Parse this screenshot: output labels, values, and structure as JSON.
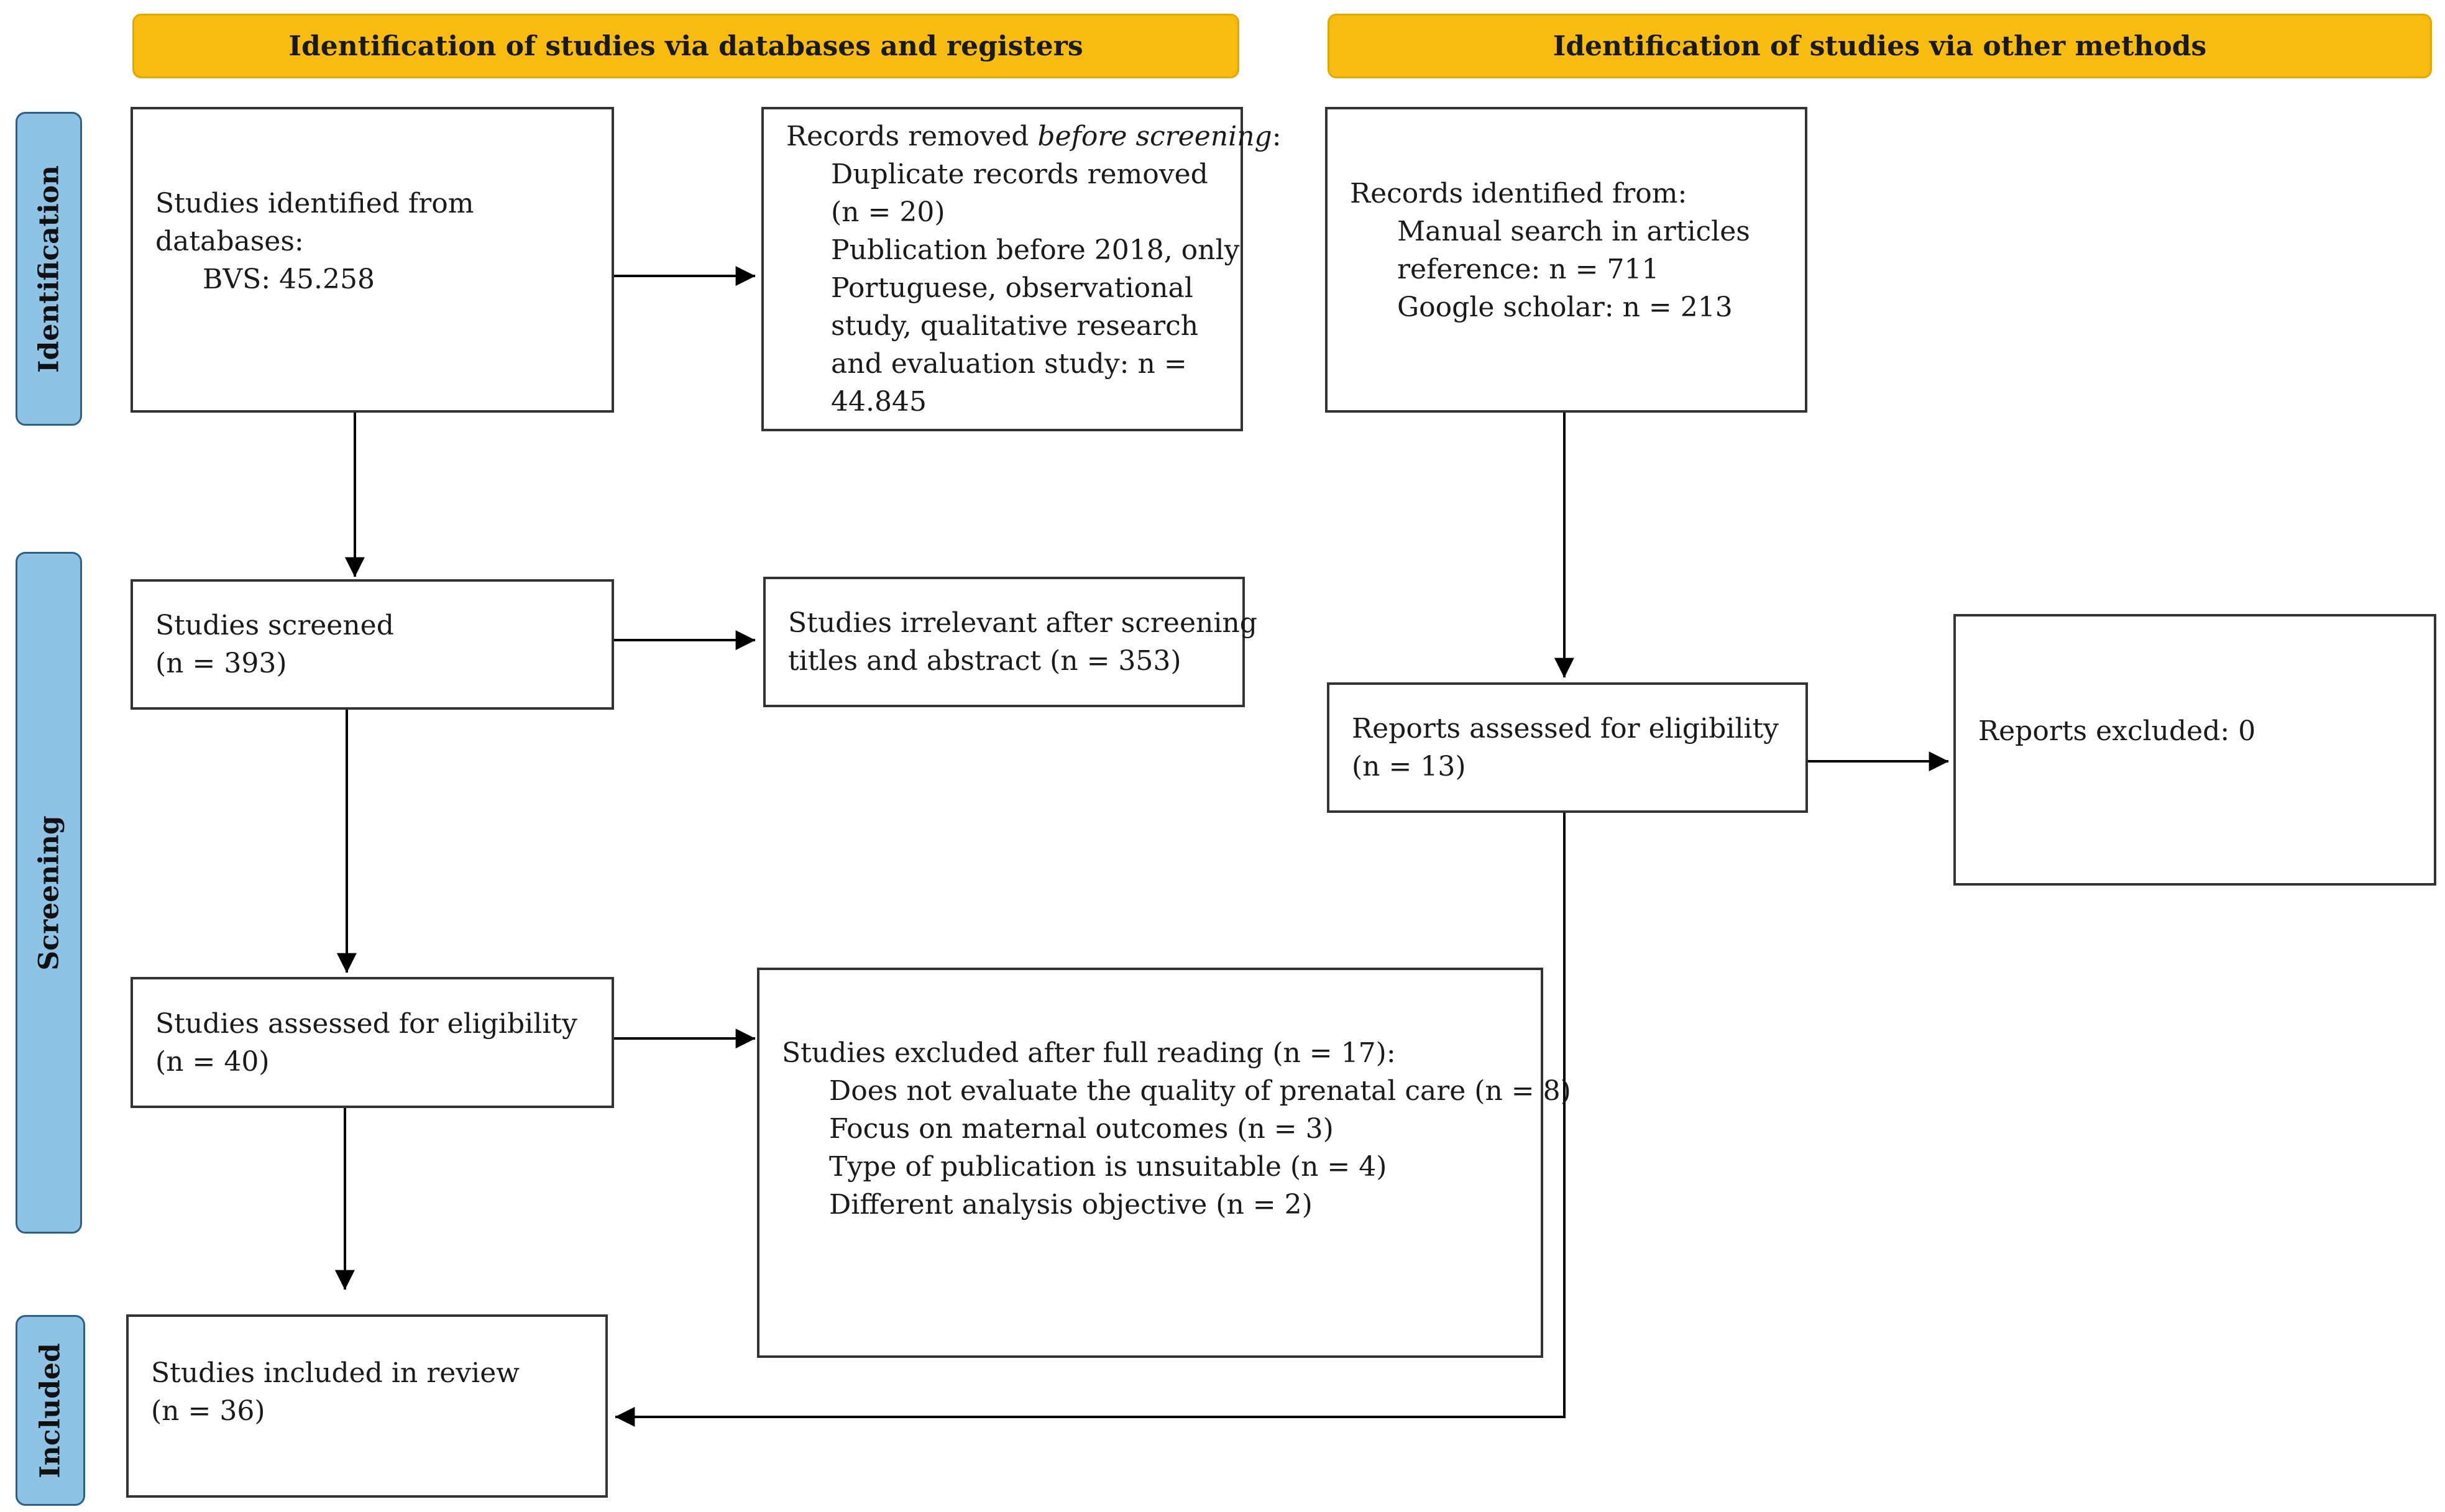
{
  "headers": {
    "databases": "Identification of studies via databases and registers",
    "other": "Identification of studies via other methods"
  },
  "stages": {
    "identification": "Identification",
    "screening": "Screening",
    "included": "Included"
  },
  "boxes": {
    "identified": {
      "line1": "Studies identified from",
      "line2": "databases:",
      "line3": "BVS: 45.258"
    },
    "removed": {
      "line1_pre": "Records removed ",
      "line1_em": "before screening",
      "line1_post": ":",
      "line2": "Duplicate records removed",
      "line3": "(n = 20)",
      "line4": "Publication before 2018, only",
      "line5": "Portuguese, observational",
      "line6": "study, qualitative research",
      "line7": "and evaluation study: n =",
      "line8": "44.845"
    },
    "other_identified": {
      "line1": "Records identified from:",
      "line2": "Manual search in articles",
      "line3": "reference: n = 711",
      "line4": "Google scholar: n = 213"
    },
    "screened": {
      "line1": "Studies screened",
      "line2": "(n = 393)"
    },
    "irrelevant": {
      "line1": "Studies irrelevant after screening",
      "line2": "titles and abstract (n = 353)"
    },
    "reports_assessed": {
      "line1": "Reports assessed for eligibility",
      "line2": "(n = 13)"
    },
    "reports_excluded": {
      "line1": "Reports excluded: 0"
    },
    "eligibility": {
      "line1": "Studies assessed for eligibility",
      "line2": "(n = 40)"
    },
    "excluded_full": {
      "line1": "Studies excluded after full reading (n = 17):",
      "line2": "Does not evaluate the quality of prenatal care (n = 8)",
      "line3": "Focus on maternal outcomes (n = 3)",
      "line4": "Type of publication is unsuitable (n = 4)",
      "line5": "Different analysis objective (n = 2)"
    },
    "included": {
      "line1": "Studies included in review",
      "line2": "(n = 36)"
    }
  },
  "colors": {
    "header_fill": "#f7bb12",
    "stage_fill": "#8fc3e6",
    "stage_border": "#2e5f86",
    "box_border": "#333333",
    "arrow": "#000000"
  }
}
